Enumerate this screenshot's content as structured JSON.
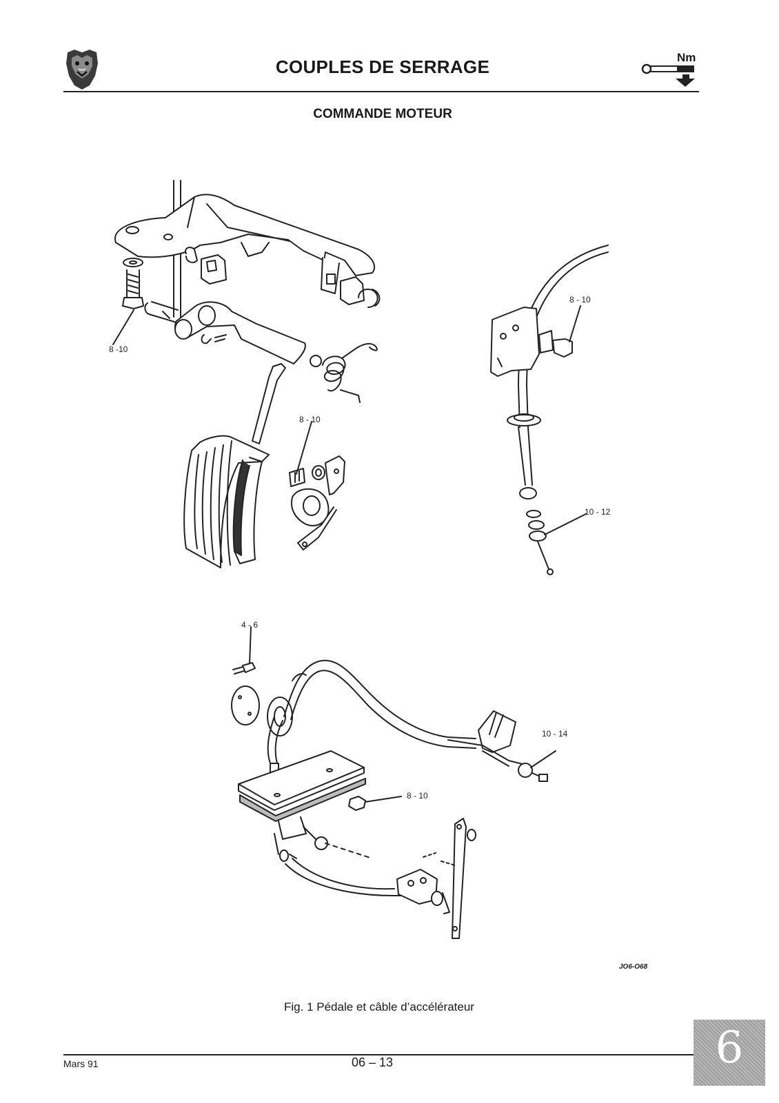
{
  "header": {
    "title": "COUPLES DE SERRAGE",
    "unit_label": "Nm"
  },
  "subtitle": "COMMANDE MOTEUR",
  "callouts": {
    "pedal_pivot_bolt": "8 -10",
    "pedal_pad_bolt": "8 - 10",
    "bracket_bolt": "8 - 10",
    "cable_nut": "10 - 12",
    "screw": "4 - 6",
    "throttle_nut": "10 - 14",
    "pedal_box_nut": "8 - 10"
  },
  "reference": "JO6-O68",
  "caption": "Fig. 1 Pédale et câble d’accélérateur",
  "footer": {
    "date": "Mars 91",
    "page": "06 – 13"
  },
  "section_tab": "6",
  "icons": [
    "jaguar-logo-icon",
    "torque-wrench-icon"
  ]
}
